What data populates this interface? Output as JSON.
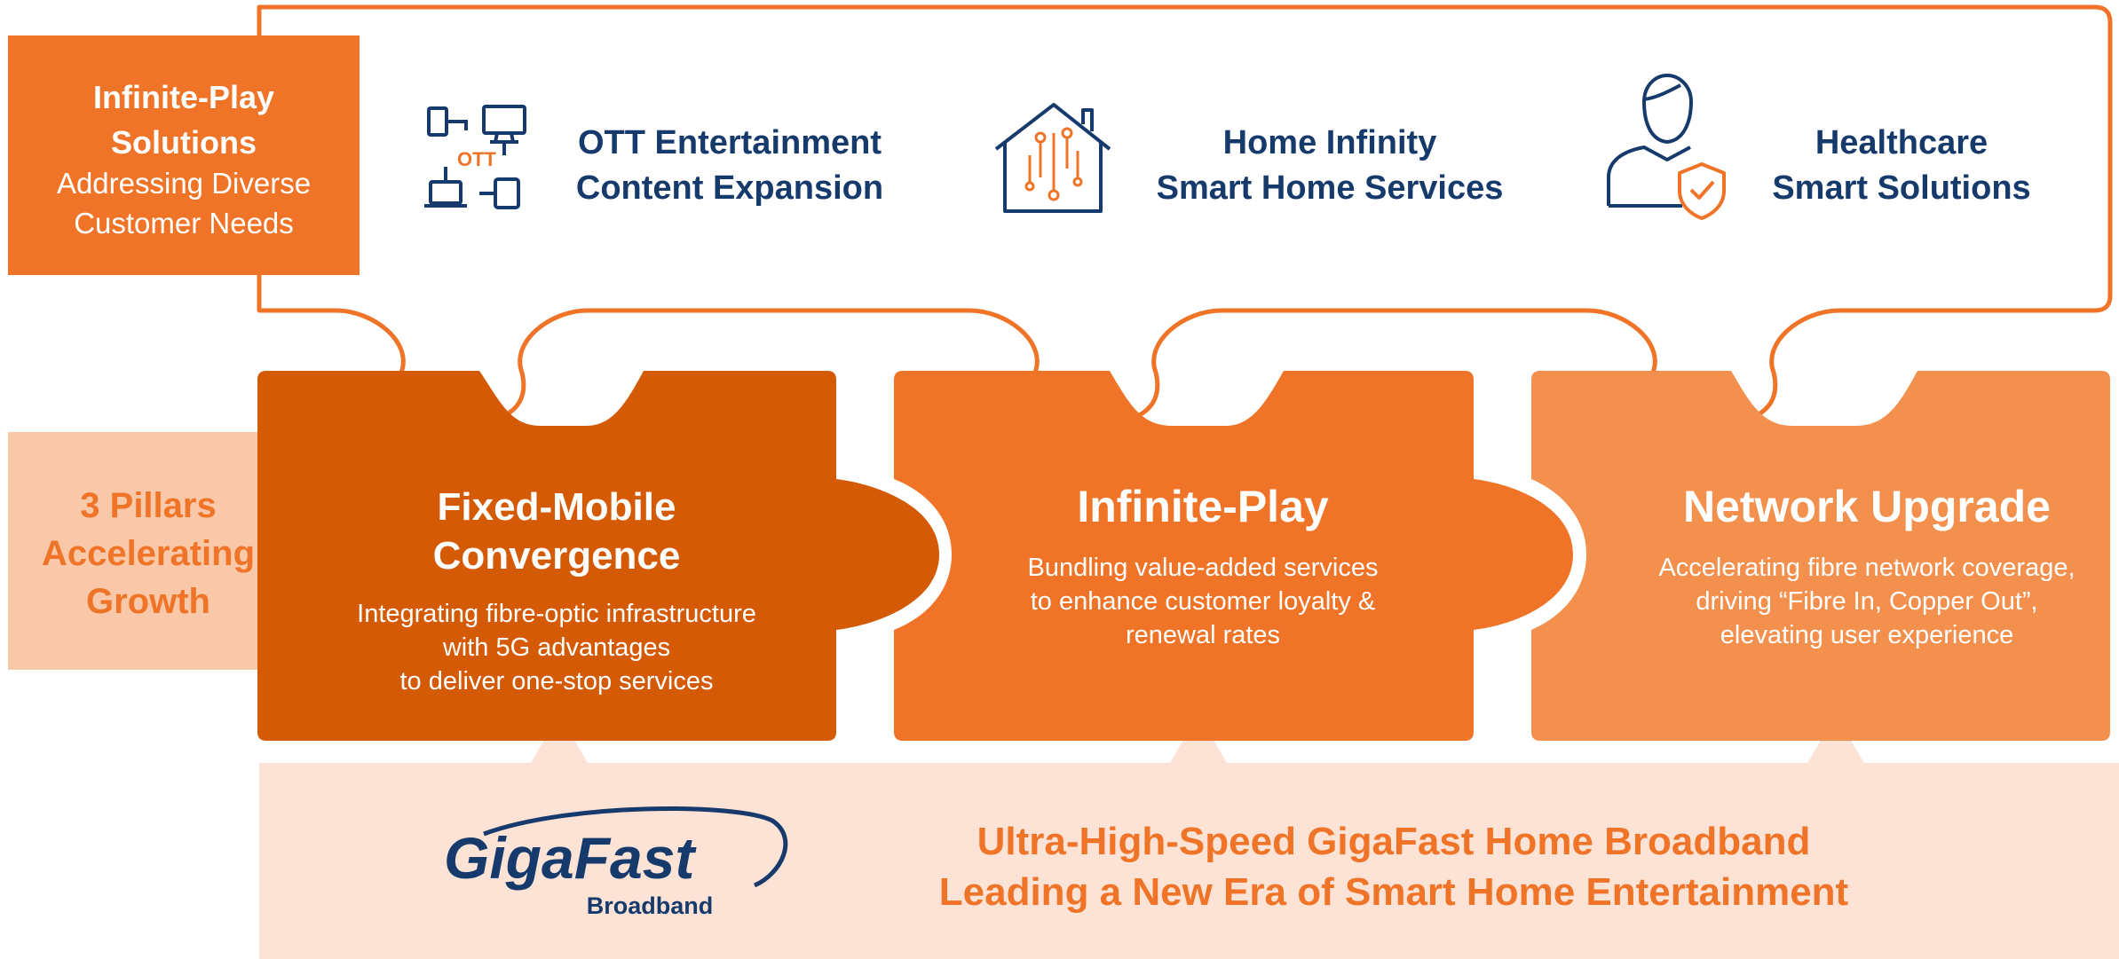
{
  "colors": {
    "orange": "#f07427",
    "dark_orange": "#d45a05",
    "mid_orange": "#f07427",
    "light_orange": "#f4904d",
    "peach": "#f9c8a8",
    "pale_peach": "#fce3d6",
    "navy": "#163a6b",
    "white": "#ffffff"
  },
  "header": {
    "title_line1": "Infinite-Play",
    "title_line2": "Solutions",
    "subtitle_line1": "Addressing Diverse",
    "subtitle_line2": "Customer Needs"
  },
  "solutions": [
    {
      "icon": "ott-devices-icon",
      "badge": "OTT",
      "line1": "OTT Entertainment",
      "line2": "Content Expansion"
    },
    {
      "icon": "smart-home-icon",
      "line1": "Home Infinity",
      "line2": "Smart Home Services"
    },
    {
      "icon": "healthcare-person-shield-icon",
      "line1": "Healthcare",
      "line2": "Smart Solutions"
    }
  ],
  "pillars_label": {
    "line1": "3 Pillars",
    "line2": "Accelerating",
    "line3": "Growth"
  },
  "pillars": [
    {
      "title_line1": "Fixed-Mobile",
      "title_line2": "Convergence",
      "desc": [
        "Integrating fibre-optic infrastructure",
        "with 5G advantages",
        "to deliver one-stop services"
      ]
    },
    {
      "title_line1": "Infinite-Play",
      "title_line2": "",
      "desc": [
        "Bundling value-added services",
        "to enhance customer loyalty &",
        "renewal rates"
      ]
    },
    {
      "title_line1": "Network Upgrade",
      "title_line2": "",
      "desc": [
        "Accelerating fibre network coverage,",
        "driving “Fibre In, Copper Out”,",
        "elevating user experience"
      ]
    }
  ],
  "footer": {
    "logo_text": "GigaFast",
    "logo_sub": "Broadband",
    "tagline_line1": "Ultra-High-Speed GigaFast Home Broadband",
    "tagline_line2": "Leading a New Era of Smart Home Entertainment"
  }
}
